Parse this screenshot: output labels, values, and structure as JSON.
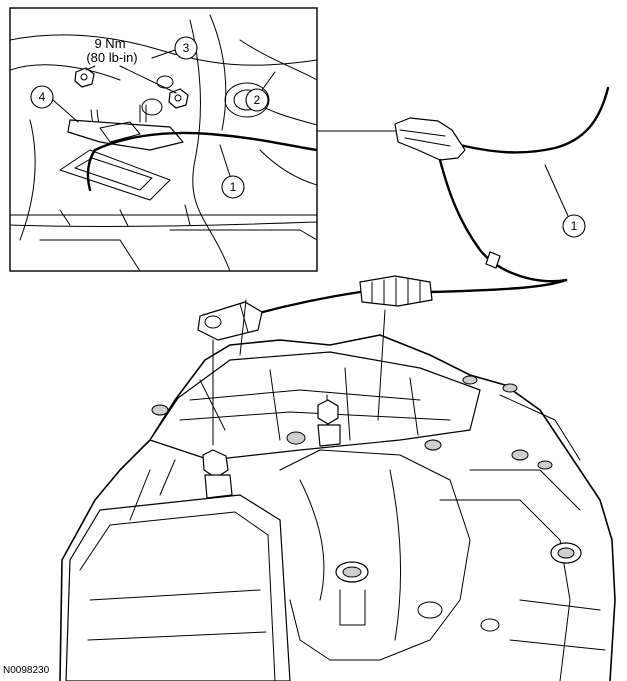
{
  "figure_id": "N0098230",
  "torque_spec": {
    "metric": "9 Nm",
    "imperial": "(80 lb-in)"
  },
  "callouts": {
    "c1_inset": "1",
    "c1_main": "1",
    "c2": "2",
    "c3": "3",
    "c4": "4"
  }
}
